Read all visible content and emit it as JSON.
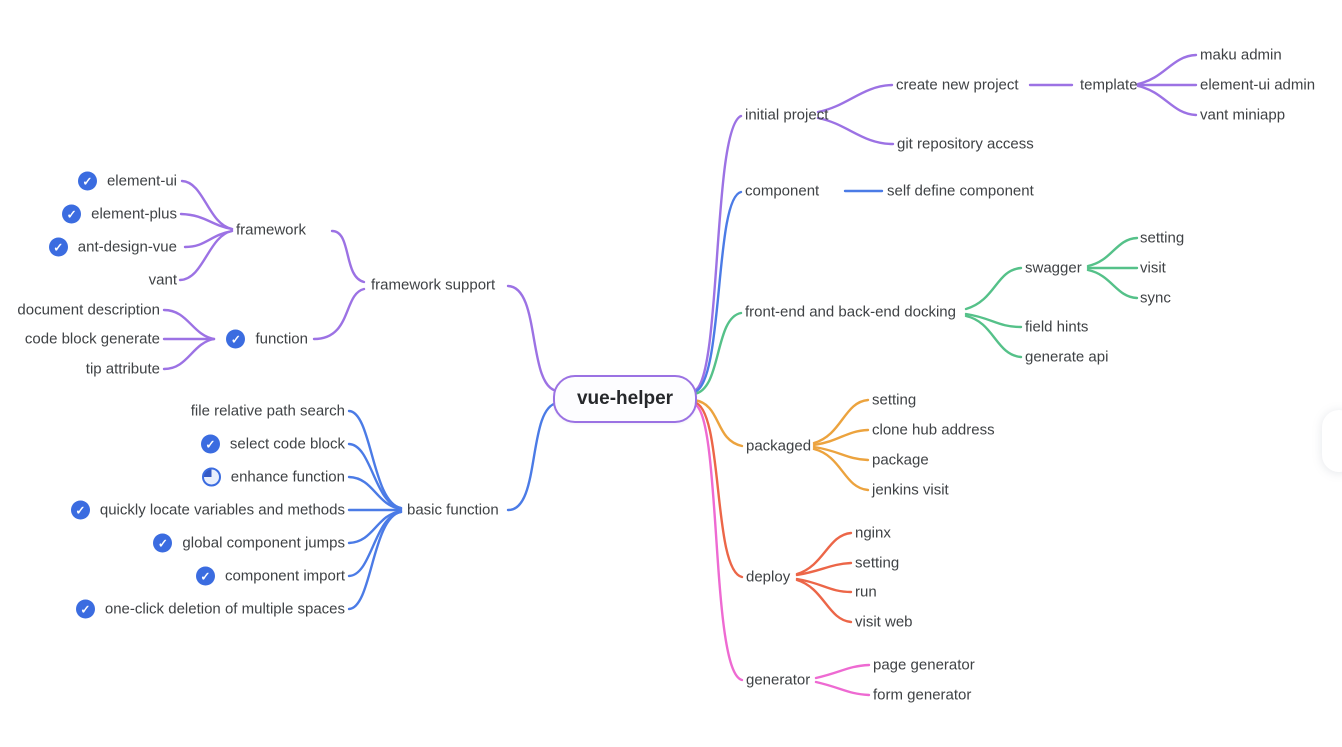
{
  "root": {
    "label": "vue-helper",
    "border_color": "#9b72e3"
  },
  "icons": {
    "check": "✓",
    "pie": "partial-progress-pie"
  },
  "colors": {
    "purple": "#9c72e4",
    "blue": "#4b7be6",
    "green": "#55c189",
    "orange": "#eca33e",
    "red": "#ec6648",
    "pink": "#ee6ad2",
    "check_icon_blue": "#3b6ce0",
    "text": "#3f4245",
    "background": "#ffffff"
  },
  "left": [
    {
      "label": "framework support",
      "color": "#9c72e4",
      "children": [
        {
          "label": "framework",
          "children": [
            {
              "label": "element-ui",
              "icon": "check"
            },
            {
              "label": "element-plus",
              "icon": "check"
            },
            {
              "label": "ant-design-vue",
              "icon": "check"
            },
            {
              "label": "vant"
            }
          ]
        },
        {
          "label": "function",
          "icon": "check",
          "children": [
            {
              "label": "document description"
            },
            {
              "label": "code block generate"
            },
            {
              "label": "tip attribute"
            }
          ]
        }
      ]
    },
    {
      "label": "basic function",
      "color": "#4b7be6",
      "children": [
        {
          "label": "file relative path search"
        },
        {
          "label": "select code block",
          "icon": "check"
        },
        {
          "label": "enhance function",
          "icon": "pie"
        },
        {
          "label": "quickly locate variables and methods",
          "icon": "check"
        },
        {
          "label": "global component jumps",
          "icon": "check"
        },
        {
          "label": "component import",
          "icon": "check"
        },
        {
          "label": "one-click deletion of multiple spaces",
          "icon": "check"
        }
      ]
    }
  ],
  "right": [
    {
      "label": "initial project",
      "color": "#9c72e4",
      "children": [
        {
          "label": "create new project",
          "children": [
            {
              "label": "template",
              "children": [
                {
                  "label": "maku admin"
                },
                {
                  "label": "element-ui admin"
                },
                {
                  "label": "vant miniapp"
                }
              ]
            }
          ]
        },
        {
          "label": "git repository access"
        }
      ]
    },
    {
      "label": "component",
      "color": "#4b7be6",
      "children": [
        {
          "label": "self define component"
        }
      ]
    },
    {
      "label": "front-end and back-end docking",
      "color": "#55c189",
      "children": [
        {
          "label": "swagger",
          "children": [
            {
              "label": "setting"
            },
            {
              "label": "visit"
            },
            {
              "label": "sync"
            }
          ]
        },
        {
          "label": "field hints"
        },
        {
          "label": "generate api"
        }
      ]
    },
    {
      "label": "packaged",
      "color": "#eca33e",
      "children": [
        {
          "label": "setting"
        },
        {
          "label": "clone hub address"
        },
        {
          "label": "package"
        },
        {
          "label": "jenkins visit"
        }
      ]
    },
    {
      "label": "deploy",
      "color": "#ec6648",
      "children": [
        {
          "label": "nginx"
        },
        {
          "label": "setting"
        },
        {
          "label": "run"
        },
        {
          "label": "visit web"
        }
      ]
    },
    {
      "label": "generator",
      "color": "#ee6ad2",
      "children": [
        {
          "label": "page generator"
        },
        {
          "label": "form generator"
        }
      ]
    }
  ]
}
